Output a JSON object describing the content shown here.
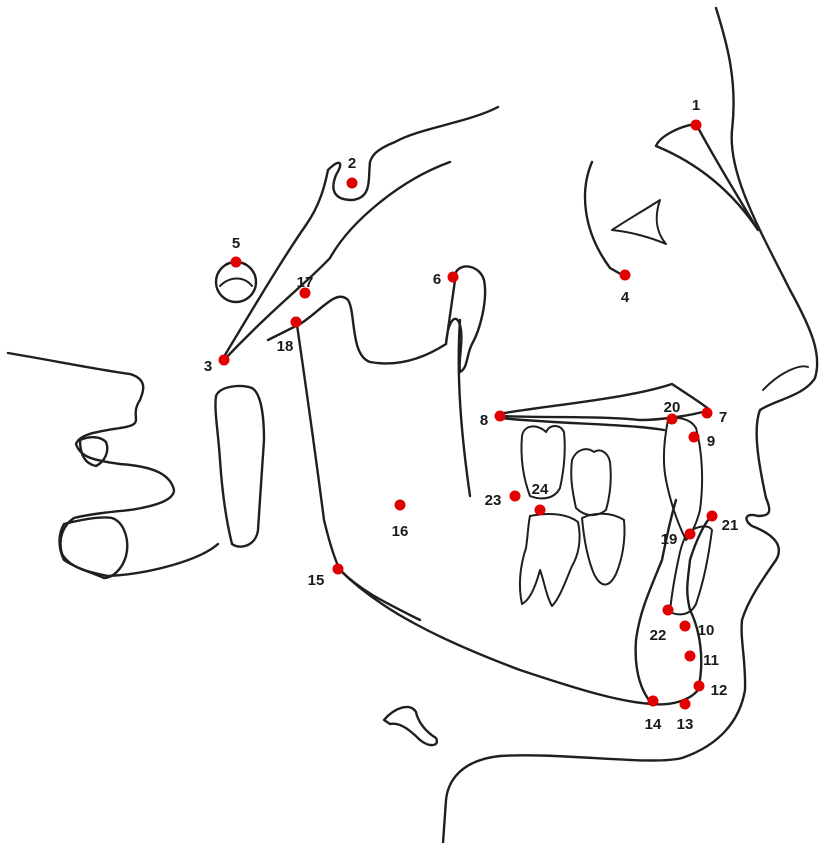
{
  "diagram": {
    "colors": {
      "line": "#1f1f1f",
      "landmark": "#e00000",
      "label": "#1a1a1a"
    },
    "landmarks": [
      {
        "id": "1",
        "label": "1"
      },
      {
        "id": "2",
        "label": "2"
      },
      {
        "id": "3",
        "label": "3"
      },
      {
        "id": "4",
        "label": "4"
      },
      {
        "id": "5",
        "label": "5"
      },
      {
        "id": "6",
        "label": "6"
      },
      {
        "id": "7",
        "label": "7"
      },
      {
        "id": "8",
        "label": "8"
      },
      {
        "id": "9",
        "label": "9"
      },
      {
        "id": "10",
        "label": "10"
      },
      {
        "id": "11",
        "label": "11"
      },
      {
        "id": "12",
        "label": "12"
      },
      {
        "id": "13",
        "label": "13"
      },
      {
        "id": "14",
        "label": "14"
      },
      {
        "id": "15",
        "label": "15"
      },
      {
        "id": "16",
        "label": "16"
      },
      {
        "id": "17",
        "label": "17"
      },
      {
        "id": "18",
        "label": "18"
      },
      {
        "id": "19",
        "label": "19"
      },
      {
        "id": "20",
        "label": "20"
      },
      {
        "id": "21",
        "label": "21"
      },
      {
        "id": "22",
        "label": "22"
      },
      {
        "id": "23",
        "label": "23"
      },
      {
        "id": "24",
        "label": "24"
      }
    ]
  }
}
